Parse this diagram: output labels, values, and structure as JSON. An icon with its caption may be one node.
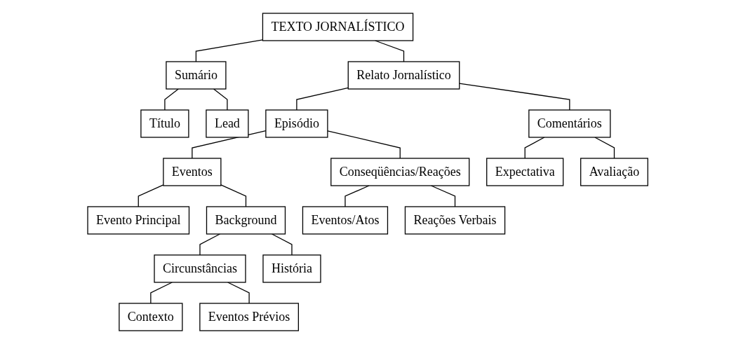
{
  "diagram": {
    "nodes": [
      {
        "text": [
          "TEXTO JORNALÍSTICO"
        ]
      },
      {
        "text": [
          "Sumário"
        ]
      },
      {
        "text": [
          "Relato Jornalístico"
        ]
      },
      {
        "text": [
          "Título"
        ]
      },
      {
        "text": [
          "Lead"
        ]
      },
      {
        "text": [
          "Episódio"
        ]
      },
      {
        "text": [
          "Comentários"
        ]
      },
      {
        "text": [
          "Eventos"
        ]
      },
      {
        "text": [
          "Conseqüências/Reações"
        ]
      },
      {
        "text": [
          "Expectativa"
        ]
      },
      {
        "text": [
          "Avaliação"
        ]
      },
      {
        "text": [
          "Evento Principal"
        ]
      },
      {
        "text": [
          "Background"
        ]
      },
      {
        "text": [
          "Eventos/Atos"
        ]
      },
      {
        "text": [
          "Reações Verbais"
        ]
      },
      {
        "text": [
          "Circunstâncias"
        ]
      },
      {
        "text": [
          "História"
        ]
      },
      {
        "text": [
          "Contexto"
        ]
      },
      {
        "text": [
          "Eventos Prévios"
        ]
      }
    ],
    "edges": [
      {
        "from": 0,
        "to": 1,
        "arrow": "none"
      },
      {
        "from": 0,
        "to": 2,
        "arrow": "none"
      },
      {
        "from": 1,
        "to": 3,
        "arrow": "none"
      },
      {
        "from": 1,
        "to": 4,
        "arrow": "none"
      },
      {
        "from": 2,
        "to": 5,
        "arrow": "none"
      },
      {
        "from": 2,
        "to": 6,
        "arrow": "none"
      },
      {
        "from": 5,
        "to": 7,
        "arrow": "none"
      },
      {
        "from": 5,
        "to": 8,
        "arrow": "none"
      },
      {
        "from": 6,
        "to": 9,
        "arrow": "none"
      },
      {
        "from": 6,
        "to": 10,
        "arrow": "none"
      },
      {
        "from": 7,
        "to": 11,
        "arrow": "none"
      },
      {
        "from": 7,
        "to": 12,
        "arrow": "none"
      },
      {
        "from": 8,
        "to": 13,
        "arrow": "none"
      },
      {
        "from": 8,
        "to": 14,
        "arrow": "none"
      },
      {
        "from": 12,
        "to": 15,
        "arrow": "none"
      },
      {
        "from": 12,
        "to": 16,
        "arrow": "none"
      },
      {
        "from": 15,
        "to": 17,
        "arrow": "none"
      },
      {
        "from": 15,
        "to": 18,
        "arrow": "none"
      }
    ]
  }
}
